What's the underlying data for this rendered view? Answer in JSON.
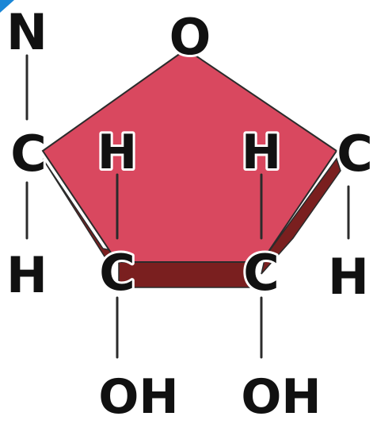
{
  "diagram": {
    "ring_color": "#d9485f",
    "shadow_color": "#7a1f1f",
    "outline_color": "#2b2b2b",
    "accent_color": "#1a86d6",
    "atoms": {
      "top_left_n": "N",
      "ring_o": "O",
      "left_c": "C",
      "left_h_top": "H",
      "right_h_top": "H",
      "right_c": "C",
      "bottom_left_c": "C",
      "bottom_right_c": "C",
      "left_h_bottom": "H",
      "right_h_bottom": "H",
      "left_oh": "OH",
      "right_oh": "OH"
    }
  }
}
